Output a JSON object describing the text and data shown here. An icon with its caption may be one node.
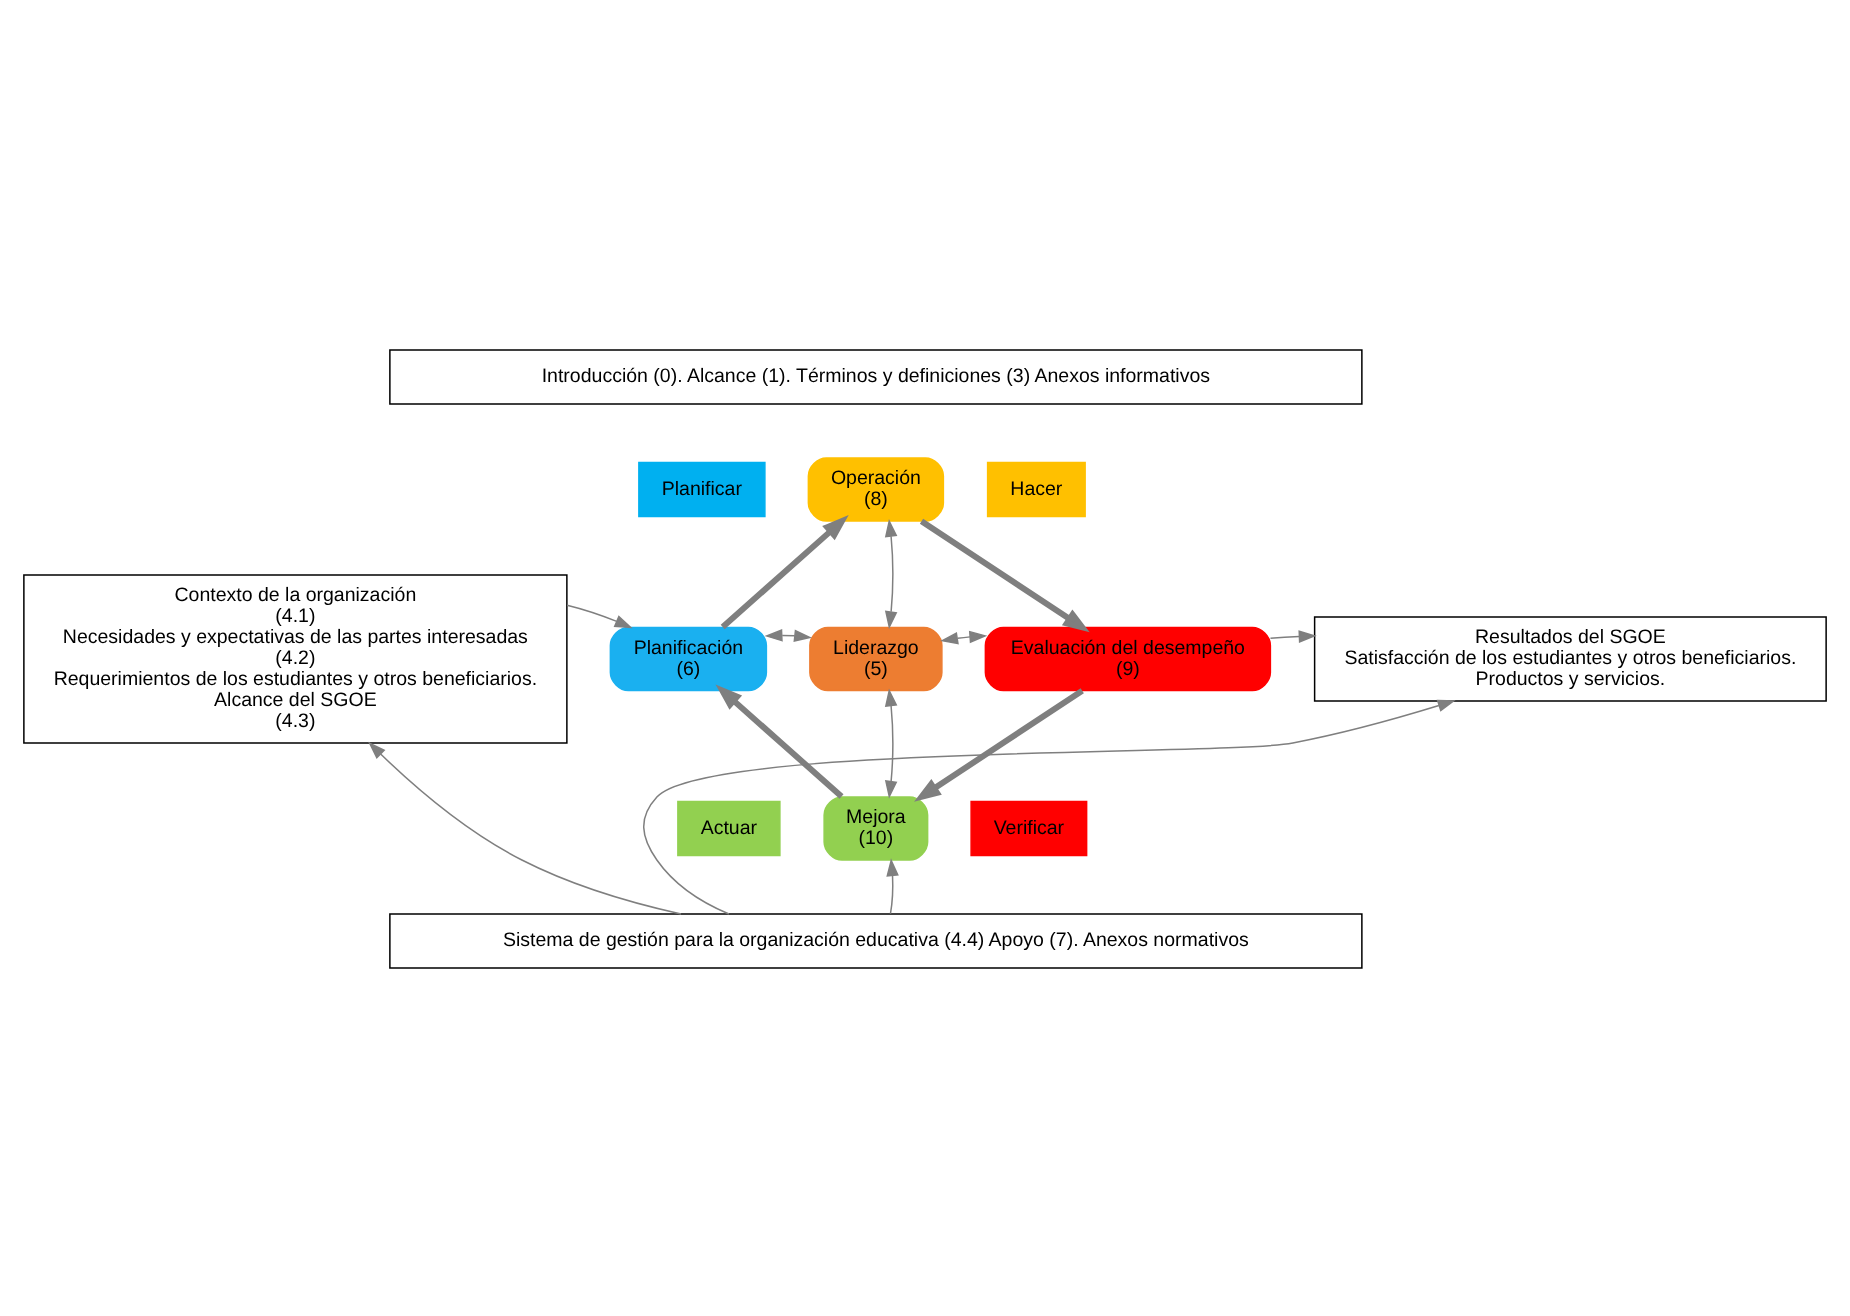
{
  "diagram": {
    "nodes": [
      {
        "text": [
          "Introducción (0). Alcance (1). Términos y definiciones (3) Anexos informativos"
        ]
      },
      {
        "text": [
          "Contexto de la organización",
          "(4.1)",
          "Necesidades y expectativas de las partes interesadas",
          "(4.2)",
          "Requerimientos de los estudiantes y otros beneficiarios.",
          "Alcance del SGOE",
          "(4.3)"
        ]
      },
      {
        "text": [
          "Planificar"
        ]
      },
      {
        "text": [
          "Operación",
          "(8)"
        ]
      },
      {
        "text": [
          "Hacer"
        ]
      },
      {
        "text": [
          "Planificación",
          "(6)"
        ]
      },
      {
        "text": [
          "Liderazgo",
          "(5)"
        ]
      },
      {
        "text": [
          "Evaluación del desempeño",
          "(9)"
        ]
      },
      {
        "text": [
          "Resultados del SGOE",
          "Satisfacción de los estudiantes y otros beneficiarios.",
          "Productos y servicios."
        ]
      },
      {
        "text": [
          "Mejora",
          "(10)"
        ]
      },
      {
        "text": [
          "Actuar"
        ]
      },
      {
        "text": [
          "Verificar"
        ]
      },
      {
        "text": [
          "Sistema de gestión para la organización educativa (4.4) Apoyo (7). Anexos normativos"
        ]
      }
    ],
    "edges": [
      {
        "from": 1,
        "to": 5,
        "arrow": "to"
      },
      {
        "from": 5,
        "to": 6,
        "arrow": "both"
      },
      {
        "from": 6,
        "to": 7,
        "arrow": "both"
      },
      {
        "from": 7,
        "to": 8,
        "arrow": "to"
      },
      {
        "from": 3,
        "to": 6,
        "arrow": "both"
      },
      {
        "from": 6,
        "to": 9,
        "arrow": "both"
      },
      {
        "from": 5,
        "to": 3,
        "arrow": "to",
        "style": "thick"
      },
      {
        "from": 3,
        "to": 7,
        "arrow": "to",
        "style": "thick"
      },
      {
        "from": 7,
        "to": 9,
        "arrow": "to",
        "style": "thick"
      },
      {
        "from": 9,
        "to": 5,
        "arrow": "to",
        "style": "thick"
      },
      {
        "from": 12,
        "to": 1,
        "arrow": "to"
      },
      {
        "from": 12,
        "to": 9,
        "arrow": "to"
      },
      {
        "from": 12,
        "to": 8,
        "arrow": "to"
      }
    ]
  }
}
